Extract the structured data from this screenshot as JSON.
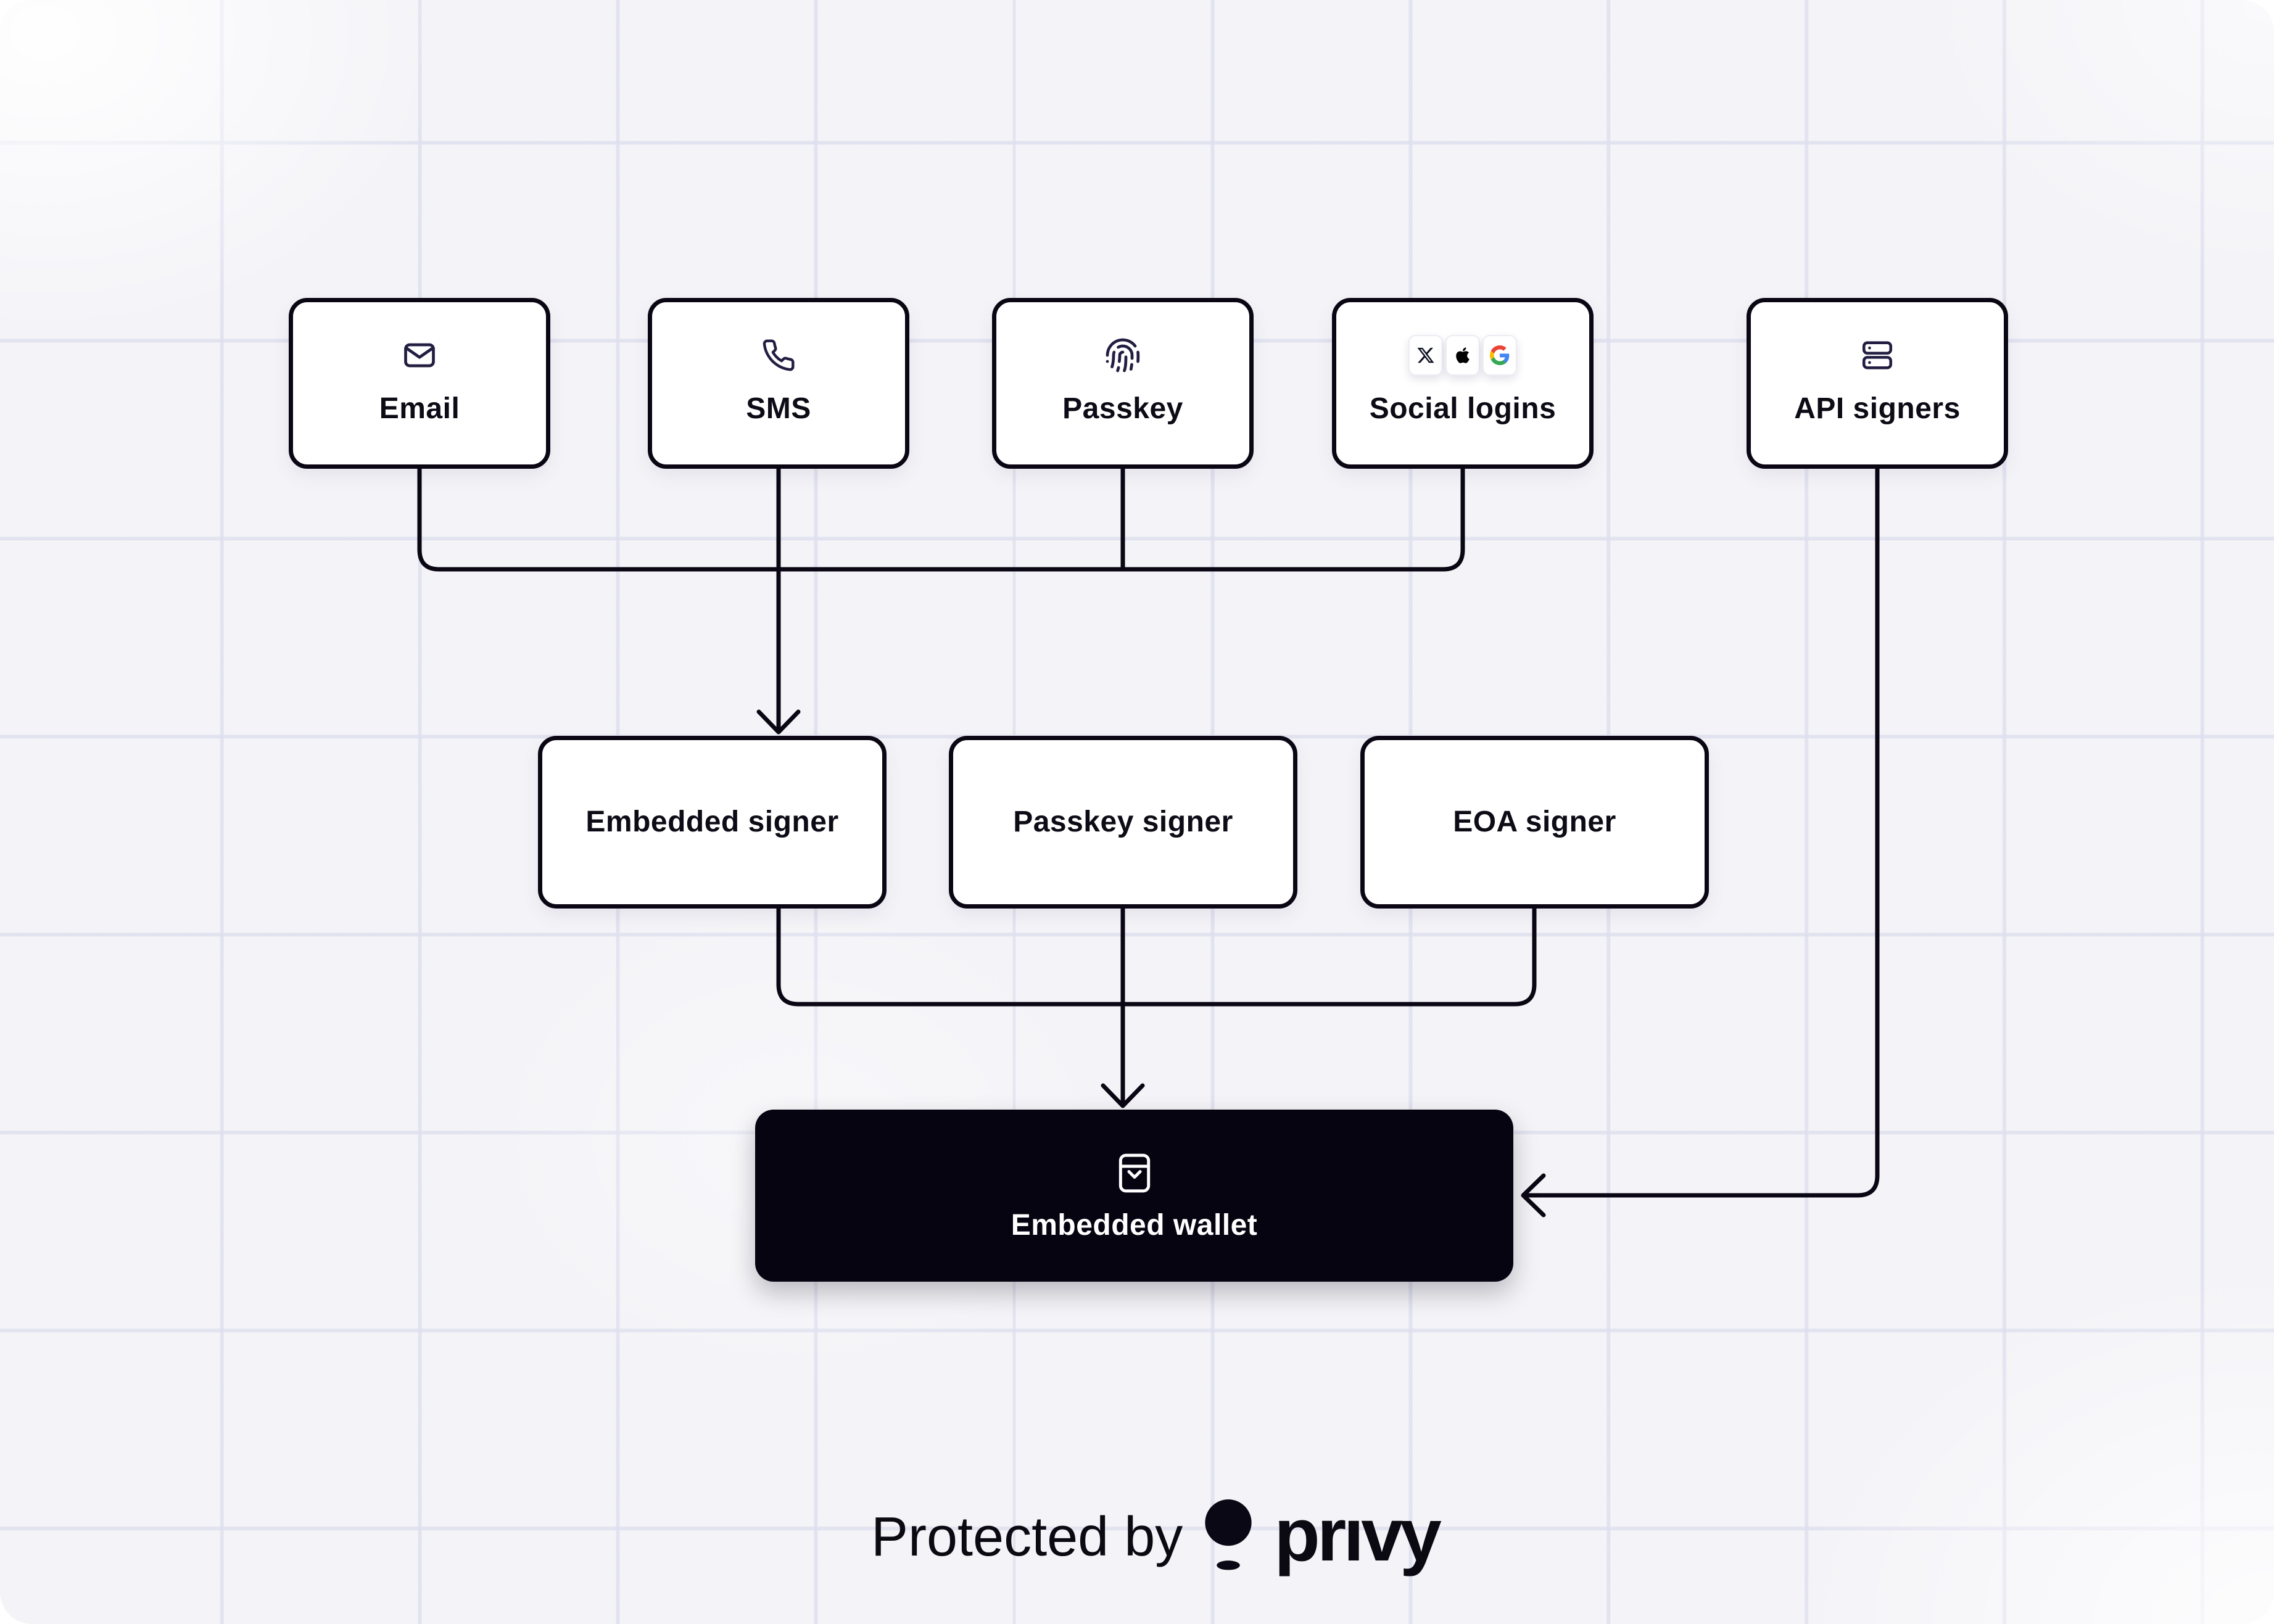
{
  "nodes": {
    "email": {
      "label": "Email",
      "icon": "mail-icon"
    },
    "sms": {
      "label": "SMS",
      "icon": "phone-icon"
    },
    "passkey": {
      "label": "Passkey",
      "icon": "fingerprint-icon"
    },
    "social": {
      "label": "Social logins",
      "icons": [
        "x-logo-icon",
        "apple-logo-icon",
        "google-logo-icon"
      ]
    },
    "api": {
      "label": "API signers",
      "icon": "server-icon"
    },
    "embedded_signer": {
      "label": "Embedded signer"
    },
    "passkey_signer": {
      "label": "Passkey signer"
    },
    "eoa_signer": {
      "label": "EOA signer"
    },
    "wallet": {
      "label": "Embedded wallet",
      "icon": "wallet-icon"
    }
  },
  "footer": {
    "prefix": "Protected by",
    "brand": "privy",
    "brand_wordmark": "prıvy",
    "mark_icon": "privy-mark-icon"
  },
  "colors": {
    "canvas_bg": "#f4f4f8",
    "ink": "#0a0613",
    "icon_stroke": "#221e41",
    "wallet_bg": "#070412",
    "label_text": "#0d0b15",
    "google_g": [
      "#4285F4",
      "#34A853",
      "#FBBC05",
      "#EA4335"
    ],
    "x_logo": "#0f1222",
    "apple_logo": "#000000"
  }
}
